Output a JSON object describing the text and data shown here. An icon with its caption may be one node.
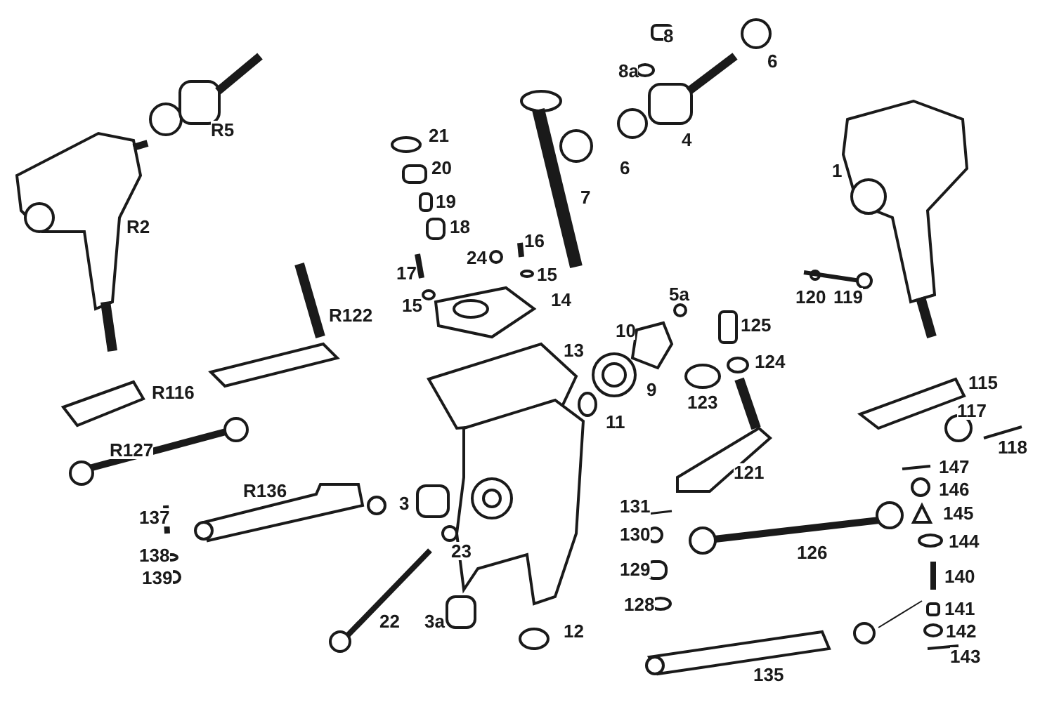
{
  "diagram": {
    "labels": [
      "R5",
      "R2",
      "21",
      "20",
      "19",
      "18",
      "17",
      "24",
      "16",
      "15",
      "15",
      "14",
      "R122",
      "8",
      "8a",
      "6",
      "4",
      "6",
      "7",
      "1",
      "120",
      "119",
      "5a",
      "125",
      "10",
      "13",
      "9",
      "123",
      "124",
      "11",
      "R116",
      "R127",
      "R136",
      "3",
      "23",
      "137",
      "138",
      "139",
      "22",
      "3a",
      "12",
      "121",
      "115",
      "117",
      "118",
      "147",
      "146",
      "145",
      "144",
      "131",
      "130",
      "129",
      "128",
      "126",
      "140",
      "141",
      "142",
      "143",
      "135"
    ]
  }
}
